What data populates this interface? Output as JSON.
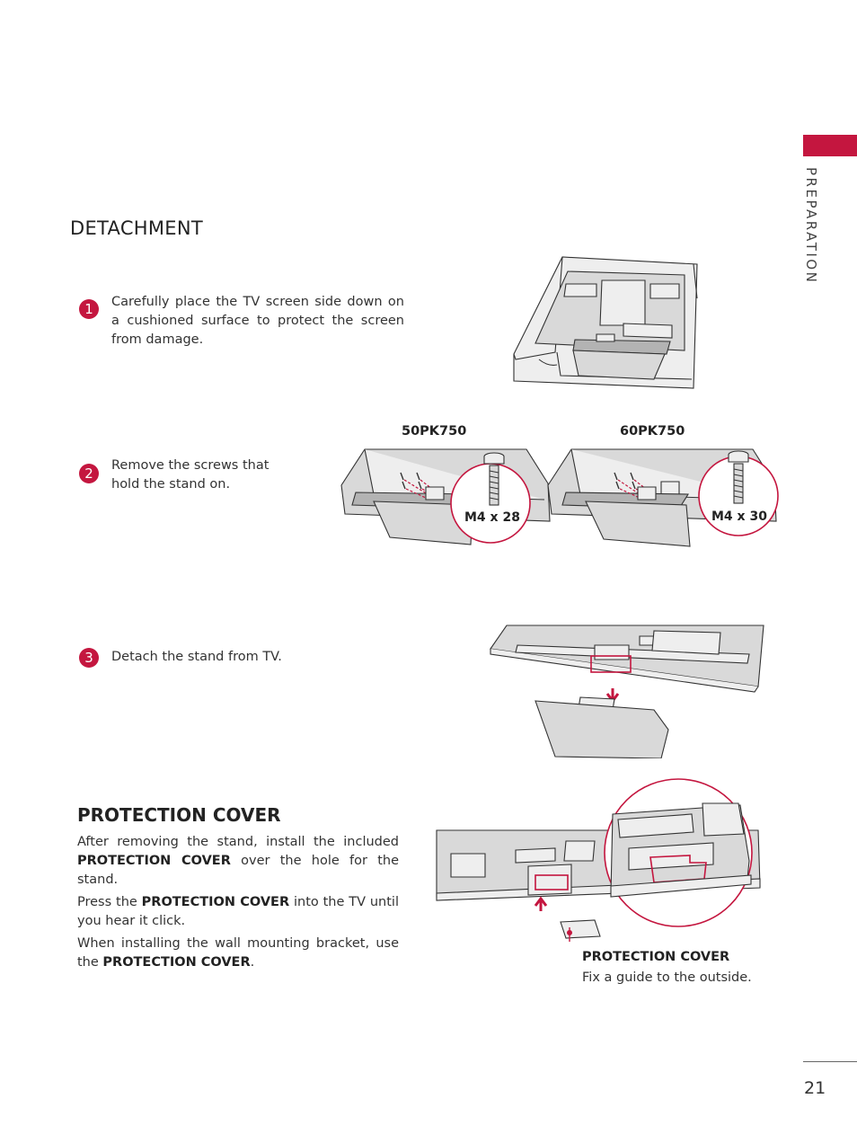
{
  "section_tab": "PREPARATION",
  "detachment": {
    "title": "DETACHMENT",
    "steps": [
      {
        "num": "1",
        "text": "Carefully place the TV screen side down on a cushioned surface to protect the screen from damage."
      },
      {
        "num": "2",
        "text": "Remove the screws that hold the stand on."
      },
      {
        "num": "3",
        "text": "Detach the stand from TV."
      }
    ],
    "models": [
      {
        "name": "50PK750",
        "screw": "M4 x 28"
      },
      {
        "name": "60PK750",
        "screw": "M4 x 30"
      }
    ]
  },
  "protection_cover": {
    "title": "PROTECTION COVER",
    "p1_a": "After removing the stand, install the included ",
    "p1_b": "PROTECTION COVER",
    "p1_c": " over the hole for the stand.",
    "p2_a": "Press the ",
    "p2_b": "PROTECTION COVER",
    "p2_c": " into the TV until you hear it click.",
    "p3_a": "When installing the wall mounting bracket, use the ",
    "p3_b": "PROTECTION COVER",
    "p3_c": ".",
    "caption_title": "PROTECTION COVER",
    "caption_text": "Fix a guide to the outside."
  },
  "page_number": "21",
  "colors": {
    "accent": "#c4163f",
    "text": "#333333"
  }
}
